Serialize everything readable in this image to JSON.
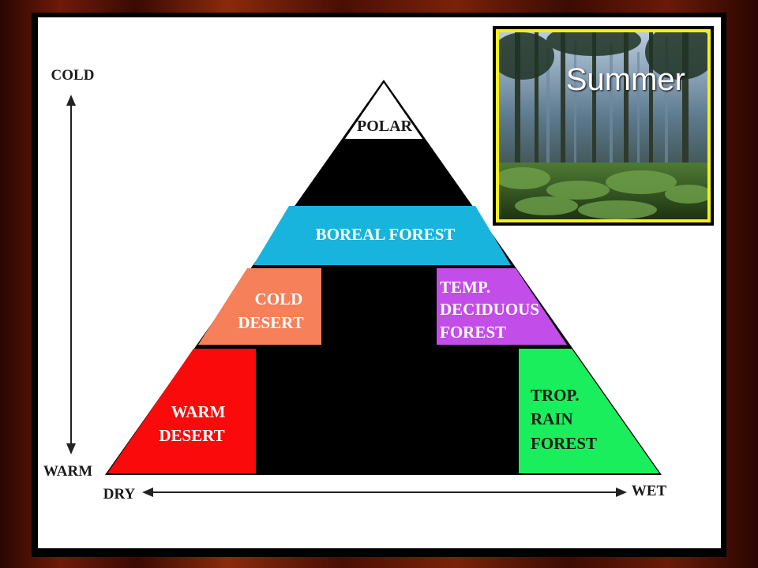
{
  "diagram": {
    "axis": {
      "top": "COLD",
      "bottom": "WARM",
      "left": "DRY",
      "right": "WET"
    },
    "zones": {
      "polar": "POLAR",
      "boreal": "BOREAL FOREST",
      "cold_desert": [
        "COLD",
        "DESERT"
      ],
      "temp_deciduous": [
        "TEMP.",
        "DECIDUOUS",
        "FOREST"
      ],
      "warm_desert": [
        "WARM",
        "DESERT"
      ],
      "trop_rain": [
        "TROP.",
        "RAIN",
        "FOREST"
      ]
    },
    "colors": {
      "polar": "#ffffff",
      "boreal": "#19b4de",
      "cold_desert": "#f5805a",
      "temp_deciduous": "#c24de8",
      "warm_desert": "#fa0a0a",
      "trop_rain": "#1aee5c",
      "blank": "#000000"
    }
  },
  "photo": {
    "caption": "Summer",
    "subject": "forest-photo"
  }
}
